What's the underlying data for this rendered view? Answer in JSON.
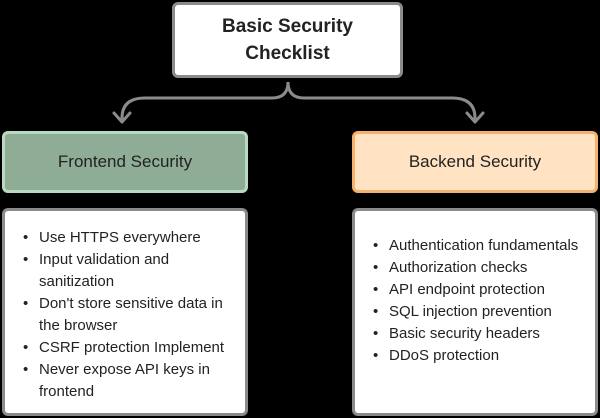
{
  "title": {
    "line1": "Basic Security",
    "line2": "Checklist"
  },
  "frontend": {
    "heading": "Frontend Security",
    "items": [
      "Use HTTPS everywhere",
      "Input validation and sanitization",
      "Don't store sensitive data in the browser",
      " CSRF protection Implement",
      "Never expose API keys in frontend"
    ]
  },
  "backend": {
    "heading": "Backend Security",
    "items": [
      "Authentication fundamentals",
      "Authorization checks",
      "API endpoint protection",
      "SQL injection prevention",
      "Basic security headers",
      "DDoS protection"
    ]
  },
  "colors": {
    "frontend_fill": "#8fad96",
    "frontend_border": "#b8dbbf",
    "backend_fill": "#ffe3c2",
    "backend_border": "#f5b26e",
    "connector": "#8b8b8b"
  }
}
